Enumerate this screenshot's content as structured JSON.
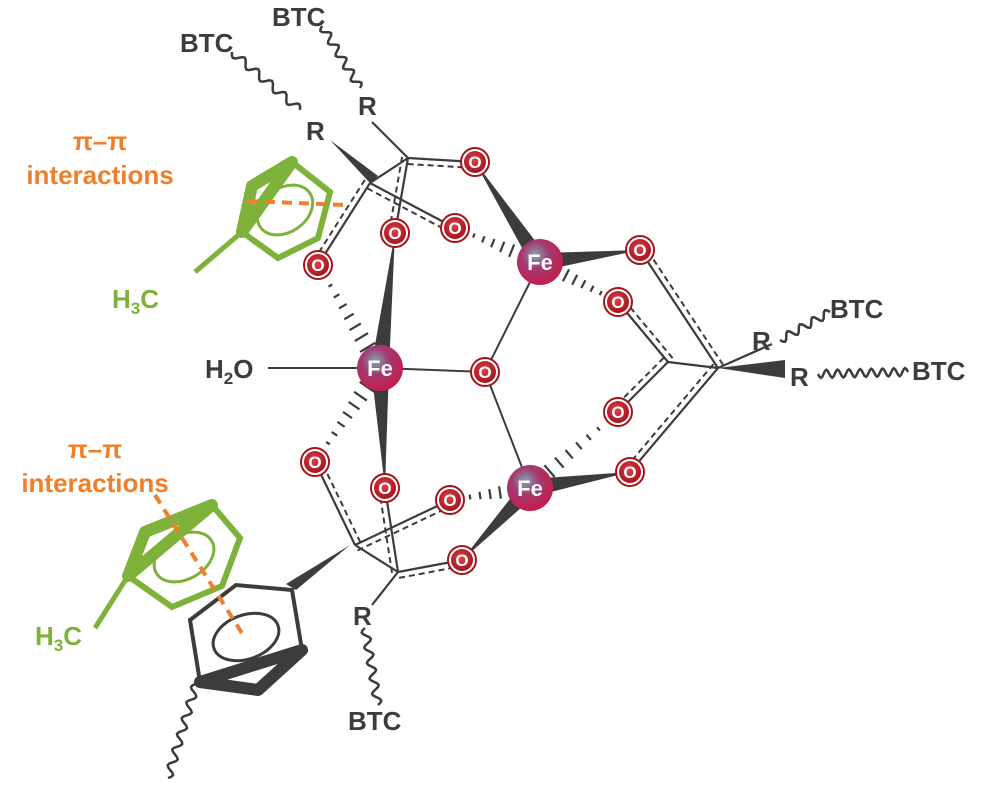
{
  "labels": {
    "btc": "BTC",
    "r": "R",
    "oxygen": "O",
    "iron": "Fe",
    "water": "H₂O",
    "water_main": "H",
    "water_sub": "2",
    "water_end": "O",
    "methyl_main": "H",
    "methyl_sub": "3",
    "methyl_end": "C",
    "pi_pi_line1": "π–π",
    "pi_pi_line2": "interactions"
  },
  "colors": {
    "bond": "#3c3c3c",
    "oxygen_fill": "#c8202a",
    "iron_fill": "#b0245c",
    "toluene": "#7fb23a",
    "interaction": "#f07f2a",
    "text": "#3c3c3c"
  }
}
